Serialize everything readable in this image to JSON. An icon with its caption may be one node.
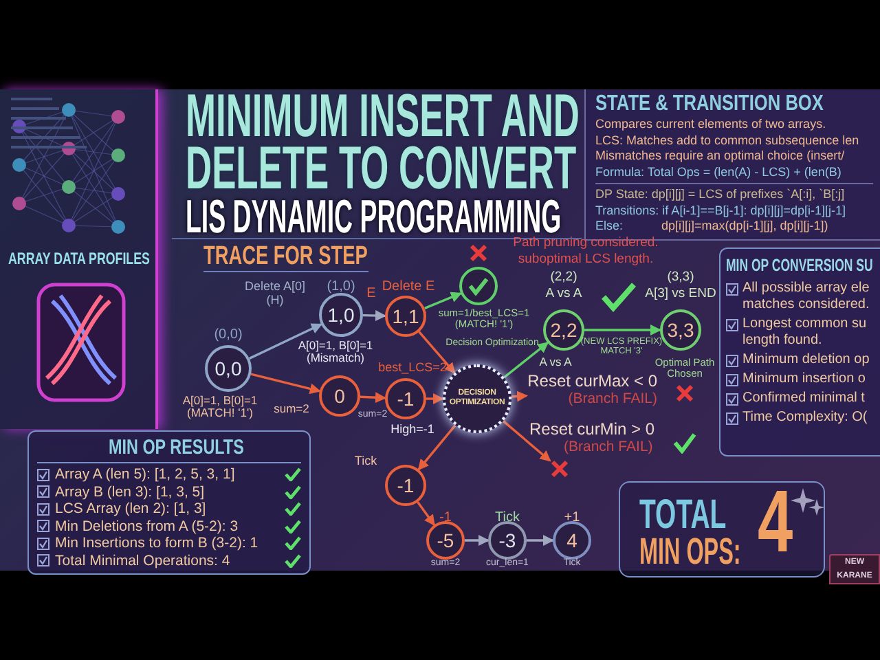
{
  "diagram": {
    "title": "MINIMUM INSERT AND DELETE TO CONVERT",
    "nodes": [
      {
        "text": [
          "0,0"
        ],
        "beside": [
          "(0,0)",
          "A[0]=1, B[0]=1 (MATCH! '1')"
        ]
      },
      {
        "text": [
          "1,0"
        ],
        "beside": [
          "(1,0)",
          "A[0]=1, B[0]=1 (Mismatch)"
        ]
      },
      {
        "text": [
          "1,1"
        ],
        "beside": [
          "Delete E"
        ]
      },
      {
        "text": [],
        "shape": "circle",
        "beside": [
          "sum=1/best_LCS=1 (MATCH! '1')",
          "Decision Optimization"
        ]
      },
      {
        "text": [
          "2,2"
        ],
        "beside": [
          "(2,2)",
          "A vs A",
          "A vs A"
        ]
      },
      {
        "text": [
          "3,3"
        ],
        "beside": [
          "(3,3)",
          "A[3] vs END"
        ]
      },
      {
        "text": [
          "0"
        ]
      },
      {
        "text": [
          "-1"
        ],
        "beside": [
          "best_LCS=2",
          "High=-1"
        ]
      },
      {
        "text": [
          "DECISION OPTIMIZATION"
        ]
      },
      {
        "text": [
          "-1"
        ],
        "beside": [
          "Tick"
        ]
      },
      {
        "text": [
          "-5"
        ],
        "beside": [
          "-1",
          "sum=2"
        ]
      },
      {
        "text": [
          "-3"
        ],
        "beside": [
          "Tick",
          "cur_len=1"
        ]
      },
      {
        "text": [
          "4"
        ],
        "beside": [
          "+1",
          "Tick"
        ]
      },
      {
        "text": [
          "Reset curMax < 0",
          "(Branch FAIL)"
        ]
      },
      {
        "text": [],
        "shape": "cross"
      },
      {
        "text": [
          "ARRAY DATA PROFILES"
        ]
      },
      {
        "text": [
          "STATE & TRANSITION BOX",
          "Compares current elements of two arrays.",
          "LCS: Matches add to common subsequence len",
          "Mismatches require an optimal choice (insert/",
          "Formula: Total Ops = (len(A) - LCS) + (len(B)",
          "DP State: dp[i][j] = LCS of prefixes `A[:i], `B[:j]",
          "Transitions: if A[i-1]==B[j-1]: dp[i][j]=dp[i-1][j-1]",
          "Else:",
          "dp[i][j]=max(dp[i-1][j], dp[i][j-1])"
        ]
      },
      {
        "text": [
          "MIN OP RESULTS",
          "Array A (len 5): [1, 2, 5, 3, 1]",
          "Array B (len 3): [1, 3, 5]",
          "LCS Array (len 2): [1, 3]",
          "Min Deletions from A (5-2): 3",
          "Min Insertions to form B (3-2): 1",
          "Total Minimal Operations: 4"
        ]
      },
      {
        "text": [
          "MIN OP CONVERSION SU",
          "All possible array ele matches considered.",
          "Longest common su length found.",
          "Minimum deletion op",
          "Minimum insertion o",
          "Confirmed minimal t",
          "Time Complexity: O("
        ]
      },
      {
        "text": [
          "TOTAL",
          "MIN OPS:",
          "4"
        ]
      },
      {
        "text": [
          "NEW KARANE"
        ]
      }
    ],
    "edges": [
      {
        "from": 0,
        "to": 1,
        "arrow": "to",
        "label": "Delete A[0] (H)",
        "color": "#8fa6c8"
      },
      {
        "from": 0,
        "to": 6,
        "arrow": "to",
        "label": "sum=2"
      },
      {
        "from": 1,
        "to": 2,
        "arrow": "to",
        "label": "E",
        "color": "#a0a8c0"
      },
      {
        "from": 2,
        "to": 3,
        "arrow": "to",
        "color": "#5fcf6a"
      },
      {
        "from": 2,
        "to": 8,
        "arrow": "to"
      },
      {
        "from": 6,
        "to": 7,
        "arrow": "to",
        "label": "sum=2"
      },
      {
        "from": 7,
        "to": 8,
        "arrow": "to"
      },
      {
        "from": 8,
        "to": 4,
        "arrow": "to",
        "color": "#5fcf6a"
      },
      {
        "from": 4,
        "to": 5,
        "arrow": "to",
        "label": "(NEW LCS PREFIX) MATCH '3'",
        "color": "#5fcf6a"
      },
      {
        "from": 8,
        "to": 13,
        "arrow": "to"
      },
      {
        "from": 8,
        "to": 14,
        "arrow": "to"
      },
      {
        "from": 8,
        "to": 9,
        "arrow": "to"
      },
      {
        "from": 9,
        "to": 10,
        "arrow": "to"
      },
      {
        "from": 10,
        "to": 11,
        "arrow": "to",
        "color": "#a0a8c0"
      },
      {
        "from": 11,
        "to": 12,
        "arrow": "to",
        "color": "#a0a8c0"
      }
    ],
    "labels": [
      "LIS DYNAMIC PROGRAMMING",
      "TRACE FOR STEP",
      "Path pruning considered. suboptimal LCS length.",
      "Reset curMin > 0",
      "(Branch FAIL)",
      "Optimal Path Chosen"
    ]
  }
}
